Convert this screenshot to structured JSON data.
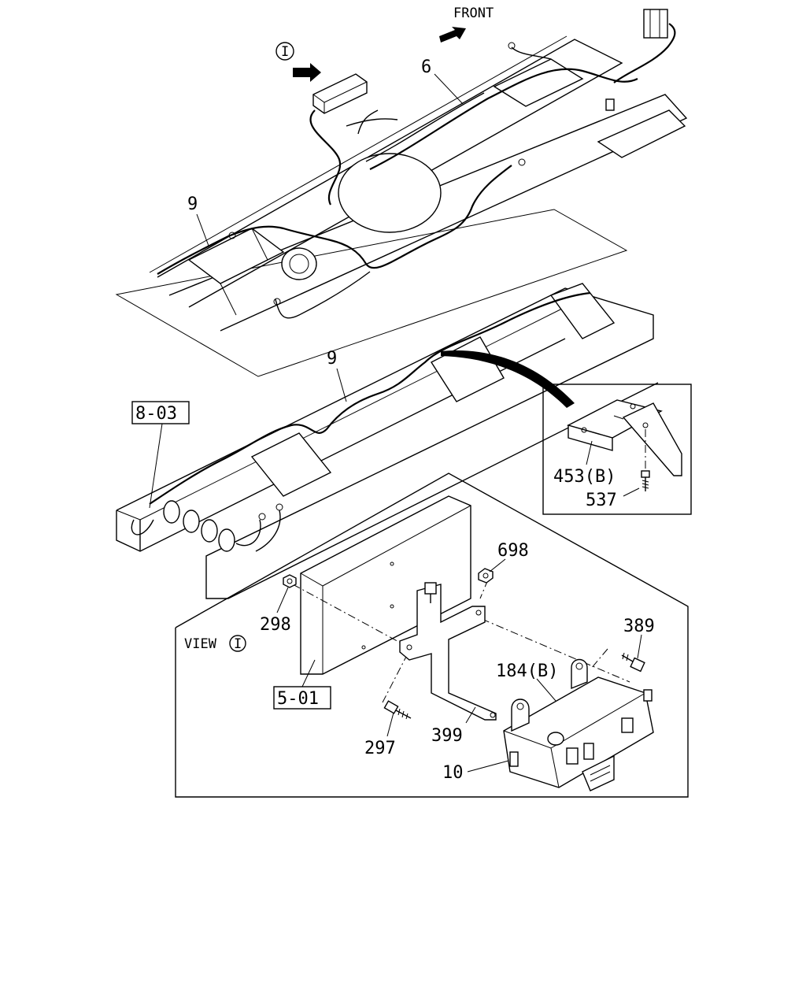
{
  "labels": {
    "front": "FRONT",
    "view_marker": "I",
    "view_prefix": "VIEW",
    "p6": "6",
    "p9_top": "9",
    "p9_mid": "9",
    "ref_8_03": "8-03",
    "ref_5_01": "5-01",
    "p453b": "453(B)",
    "p537": "537",
    "p698": "698",
    "p298": "298",
    "p389": "389",
    "p184b": "184(B)",
    "p297": "297",
    "p399": "399",
    "p10": "10"
  }
}
